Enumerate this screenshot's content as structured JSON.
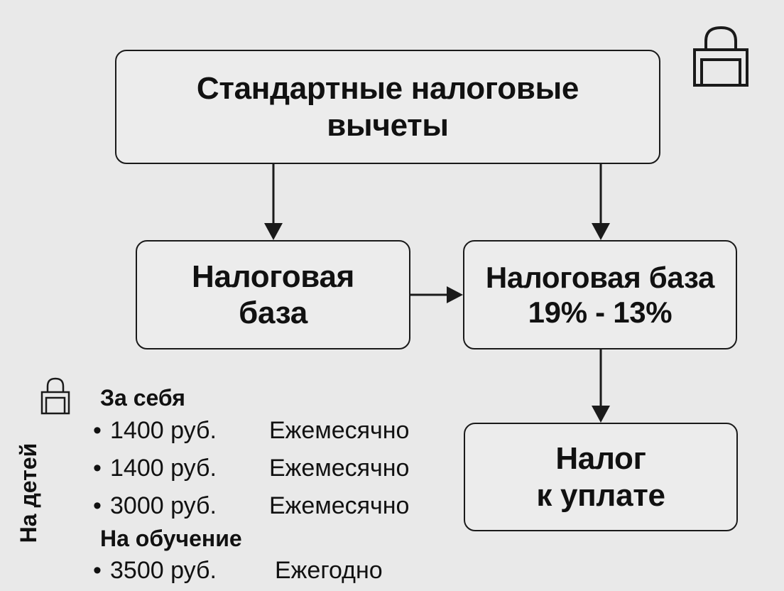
{
  "boxes": {
    "standard": {
      "line1": "Стандартные налоговые",
      "line2": "вычеты"
    },
    "base": {
      "line1": "Налоговая",
      "line2": "база"
    },
    "rate": {
      "line1": "Налоговая база",
      "line2": "19% - 13%"
    },
    "payable": {
      "line1": "Налог",
      "line2": "к уплате"
    }
  },
  "deductions": {
    "side_label": "На детей",
    "self_heading": "За себя",
    "education_heading": "На обучение",
    "bullet": "•",
    "items": [
      {
        "amount": "1400 руб.",
        "period": "Ежемесячно"
      },
      {
        "amount": "1400 руб.",
        "period": "Ежемесячно"
      },
      {
        "amount": "3000 руб.",
        "period": "Ежемесячно"
      },
      {
        "amount": "3500 руб.",
        "period": "Ежегодно"
      }
    ]
  },
  "icons": {
    "top": "lock-icon",
    "side": "lock-icon"
  },
  "colors": {
    "background": "#e9e9e9",
    "ink": "#111111",
    "box_fill": "#ececec"
  }
}
